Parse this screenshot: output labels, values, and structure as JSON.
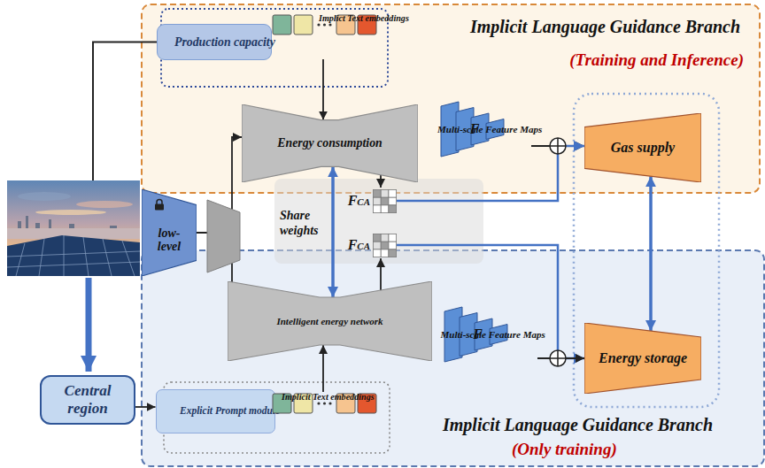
{
  "diagram": {
    "nodes": [
      {
        "text": [
          "Implicit Language Guidance Branch",
          "(Training and Inference)"
        ]
      },
      {
        "text": [
          "Production capacity"
        ],
        "in": 0
      },
      {
        "text": [
          "Implict Text embeddings"
        ],
        "in": 0
      },
      {
        "text": [
          "Energy consumption"
        ],
        "in": 0
      },
      {
        "text": [
          "Multi-scale Feature Maps",
          "F"
        ],
        "in": 0
      },
      {
        "text": [
          "Gas supply"
        ],
        "in": 0
      },
      {
        "text": [
          "low-level"
        ]
      },
      {
        "text": [
          "FCA"
        ]
      },
      {
        "text": [
          "FCA"
        ]
      },
      {
        "text": [
          "Implicit Language Guidance Branch",
          "(Only training)"
        ]
      },
      {
        "text": [
          "Intelligent energy network"
        ],
        "in": 9
      },
      {
        "text": [
          "F",
          "Multi-scale Feature Maps"
        ],
        "in": 9
      },
      {
        "text": [
          "Energy storage"
        ],
        "in": 9
      },
      {
        "text": [
          "Central region"
        ]
      },
      {
        "text": [
          "Explicit Prompt module"
        ],
        "in": 9
      },
      {
        "text": [
          "Implicit Text embeddings"
        ],
        "in": 9
      }
    ],
    "edges": [
      {
        "from": 1,
        "to": 2,
        "arrow": "to"
      },
      {
        "from": 2,
        "to": 3,
        "arrow": "to"
      },
      {
        "from": 3,
        "to": 4,
        "arrow": "to"
      },
      {
        "from": 4,
        "to": 5,
        "arrow": "to"
      },
      {
        "from": 3,
        "to": 7,
        "arrow": "to"
      },
      {
        "from": 7,
        "to": 5,
        "arrow": "to"
      },
      {
        "from": 5,
        "to": 12,
        "arrow": "both"
      },
      {
        "from": 3,
        "to": 10,
        "arrow": "both"
      },
      {
        "from": 6,
        "to": 3,
        "arrow": "to"
      },
      {
        "from": 6,
        "to": 10,
        "arrow": "to"
      },
      {
        "from": 10,
        "to": 8,
        "arrow": "to"
      },
      {
        "from": 8,
        "to": 12,
        "arrow": "to"
      },
      {
        "from": 10,
        "to": 11,
        "arrow": "to"
      },
      {
        "from": 11,
        "to": 12,
        "arrow": "to"
      },
      {
        "from": 13,
        "to": 14,
        "arrow": "to"
      },
      {
        "from": 14,
        "to": 15,
        "arrow": "to"
      },
      {
        "from": 15,
        "to": 10,
        "arrow": "to"
      }
    ],
    "labels": [
      "Share weights"
    ]
  }
}
